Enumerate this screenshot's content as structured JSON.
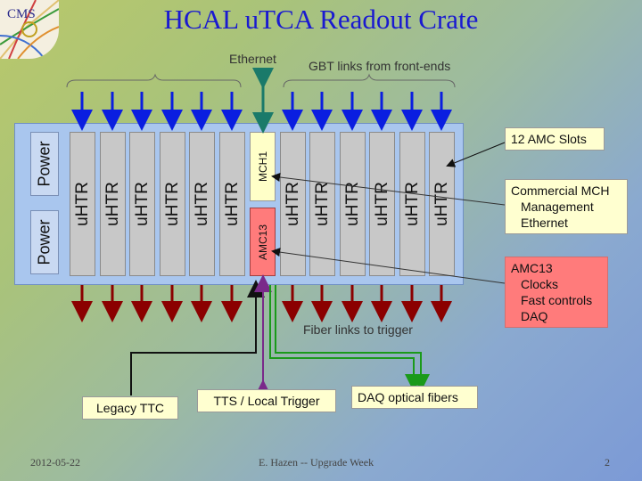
{
  "title": "HCAL uTCA Readout Crate",
  "logo_text": "CMS",
  "labels": {
    "ethernet": "Ethernet",
    "gbt_links": "GBT links from front-ends",
    "fiber_links": "Fiber links to trigger"
  },
  "crate": {
    "power_top": "Power",
    "power_bottom": "Power",
    "slot_label": "uHTR",
    "mch": "MCH1",
    "amc13": "AMC13"
  },
  "callouts": {
    "slots": "12 AMC Slots",
    "mch_title": "Commercial MCH",
    "mch_line1": "Management",
    "mch_line2": "Ethernet",
    "amc13_title": "AMC13",
    "amc13_line1": "Clocks",
    "amc13_line2": "Fast controls",
    "amc13_line3": "DAQ",
    "daq_fibers": "DAQ optical fibers",
    "tts": "TTS / Local Trigger",
    "legacy_ttc": "Legacy TTC"
  },
  "footer": {
    "date": "2012-05-22",
    "author": "E. Hazen --  Upgrade Week",
    "page": "2"
  },
  "colors": {
    "title": "#1a1ad0",
    "input_arrow": "#0a1ee0",
    "output_arrow": "#8b0000",
    "ethernet_arrow": "#1a7a6a",
    "tts_line": "#7a2a8a",
    "daq_line": "#1a9a1a"
  }
}
